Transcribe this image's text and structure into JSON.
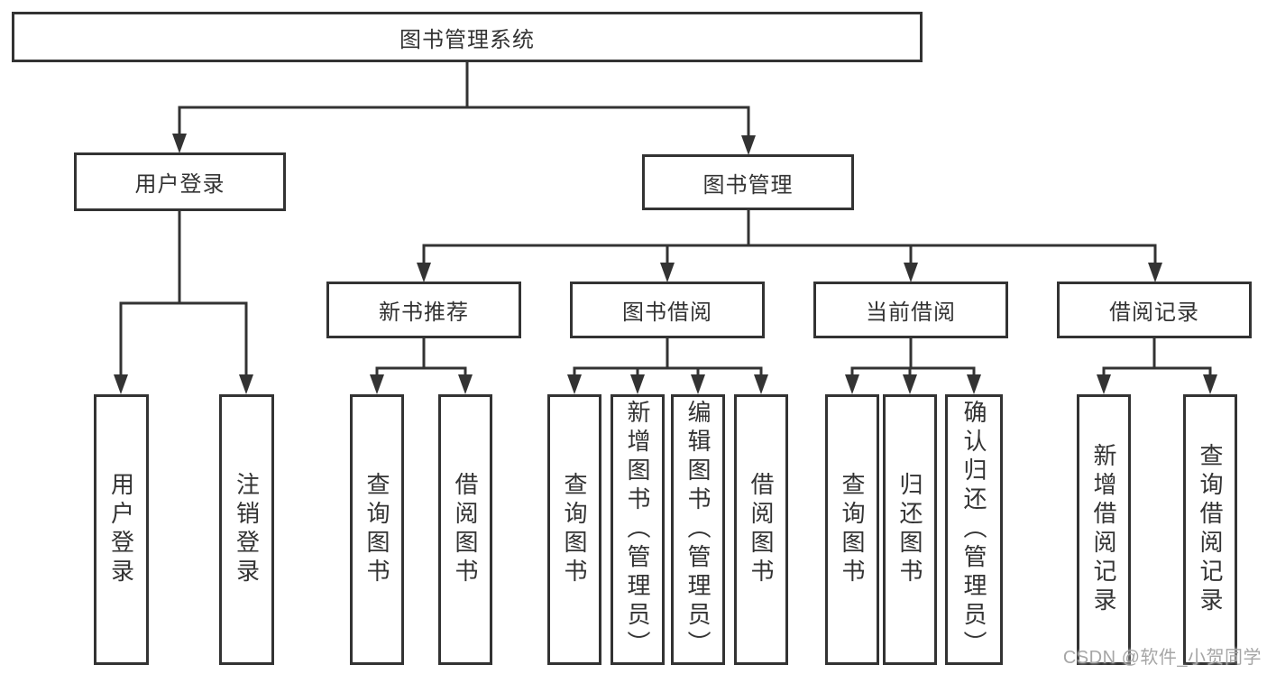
{
  "diagram": {
    "root": {
      "label": "图书管理系统"
    },
    "level2": [
      {
        "label": "用户登录"
      },
      {
        "label": "图书管理"
      }
    ],
    "level3": [
      {
        "label": "新书推荐"
      },
      {
        "label": "图书借阅"
      },
      {
        "label": "当前借阅"
      },
      {
        "label": "借阅记录"
      }
    ],
    "leaves": [
      {
        "label": "用户登录"
      },
      {
        "label": "注销登录"
      },
      {
        "label": "查询图书"
      },
      {
        "label": "借阅图书"
      },
      {
        "label": "查询图书"
      },
      {
        "label": "新增图书（管理员）"
      },
      {
        "label": "编辑图书（管理员）"
      },
      {
        "label": "借阅图书"
      },
      {
        "label": "查询图书"
      },
      {
        "label": "归还图书"
      },
      {
        "label": "确认归还（管理员）"
      },
      {
        "label": "新增借阅记录"
      },
      {
        "label": "查询借阅记录"
      }
    ]
  },
  "watermark": {
    "text": "CSDN @软件_小贺同学"
  },
  "colors": {
    "line": "#333333",
    "text": "#333333",
    "watermark": "#a6a6a6",
    "background": "#ffffff"
  }
}
